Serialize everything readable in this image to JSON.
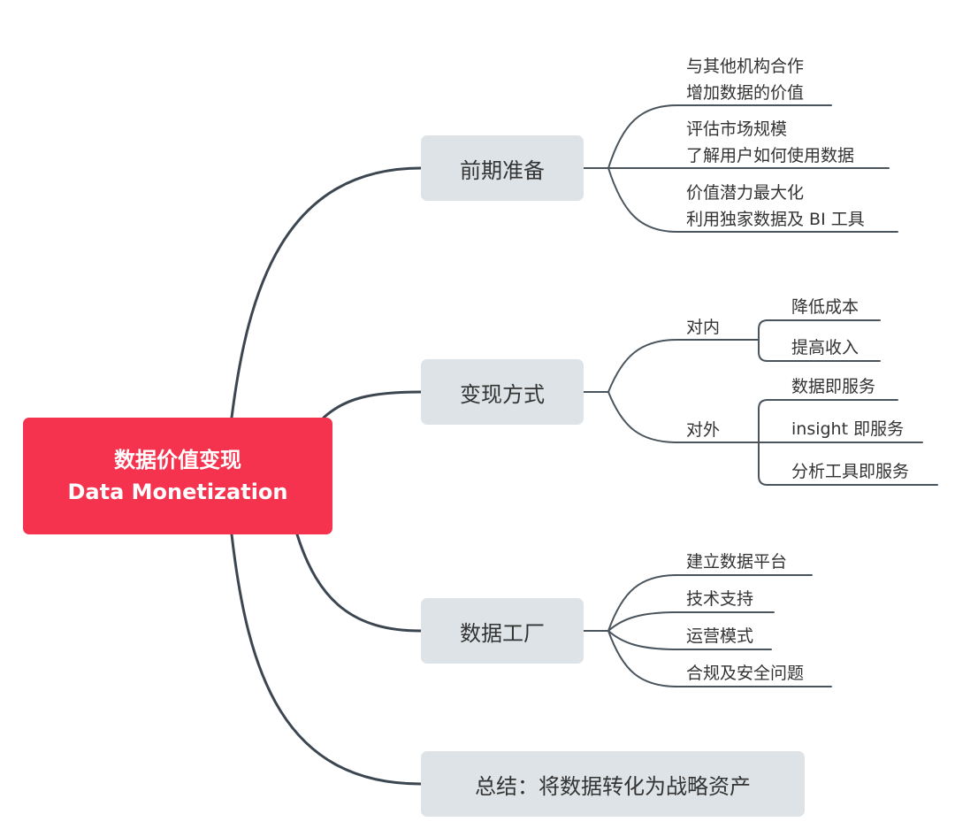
{
  "root": {
    "line1": "数据价值变现",
    "line2": "Data Monetization"
  },
  "branches": {
    "prep": {
      "label": "前期准备",
      "items": [
        {
          "line1": "与其他机构合作",
          "line2": "增加数据的价值"
        },
        {
          "line1": "评估市场规模",
          "line2": "了解用户如何使用数据"
        },
        {
          "line1": "价值潜力最大化",
          "line2": "利用独家数据及 BI 工具"
        }
      ]
    },
    "monetize": {
      "label": "变现方式",
      "internal": {
        "label": "对内",
        "items": [
          "降低成本",
          "提高收入"
        ]
      },
      "external": {
        "label": "对外",
        "items": [
          "数据即服务",
          "insight 即服务",
          "分析工具即服务"
        ]
      }
    },
    "factory": {
      "label": "数据工厂",
      "items": [
        "建立数据平台",
        "技术支持",
        "运营模式",
        "合规及安全问题"
      ]
    },
    "summary": {
      "label": "总结：将数据转化为战略资产"
    }
  },
  "colors": {
    "root_fill": "#f5334e",
    "branch_fill": "#dde3e6",
    "main_line": "#3c4650",
    "sub_line": "#4a545c"
  }
}
